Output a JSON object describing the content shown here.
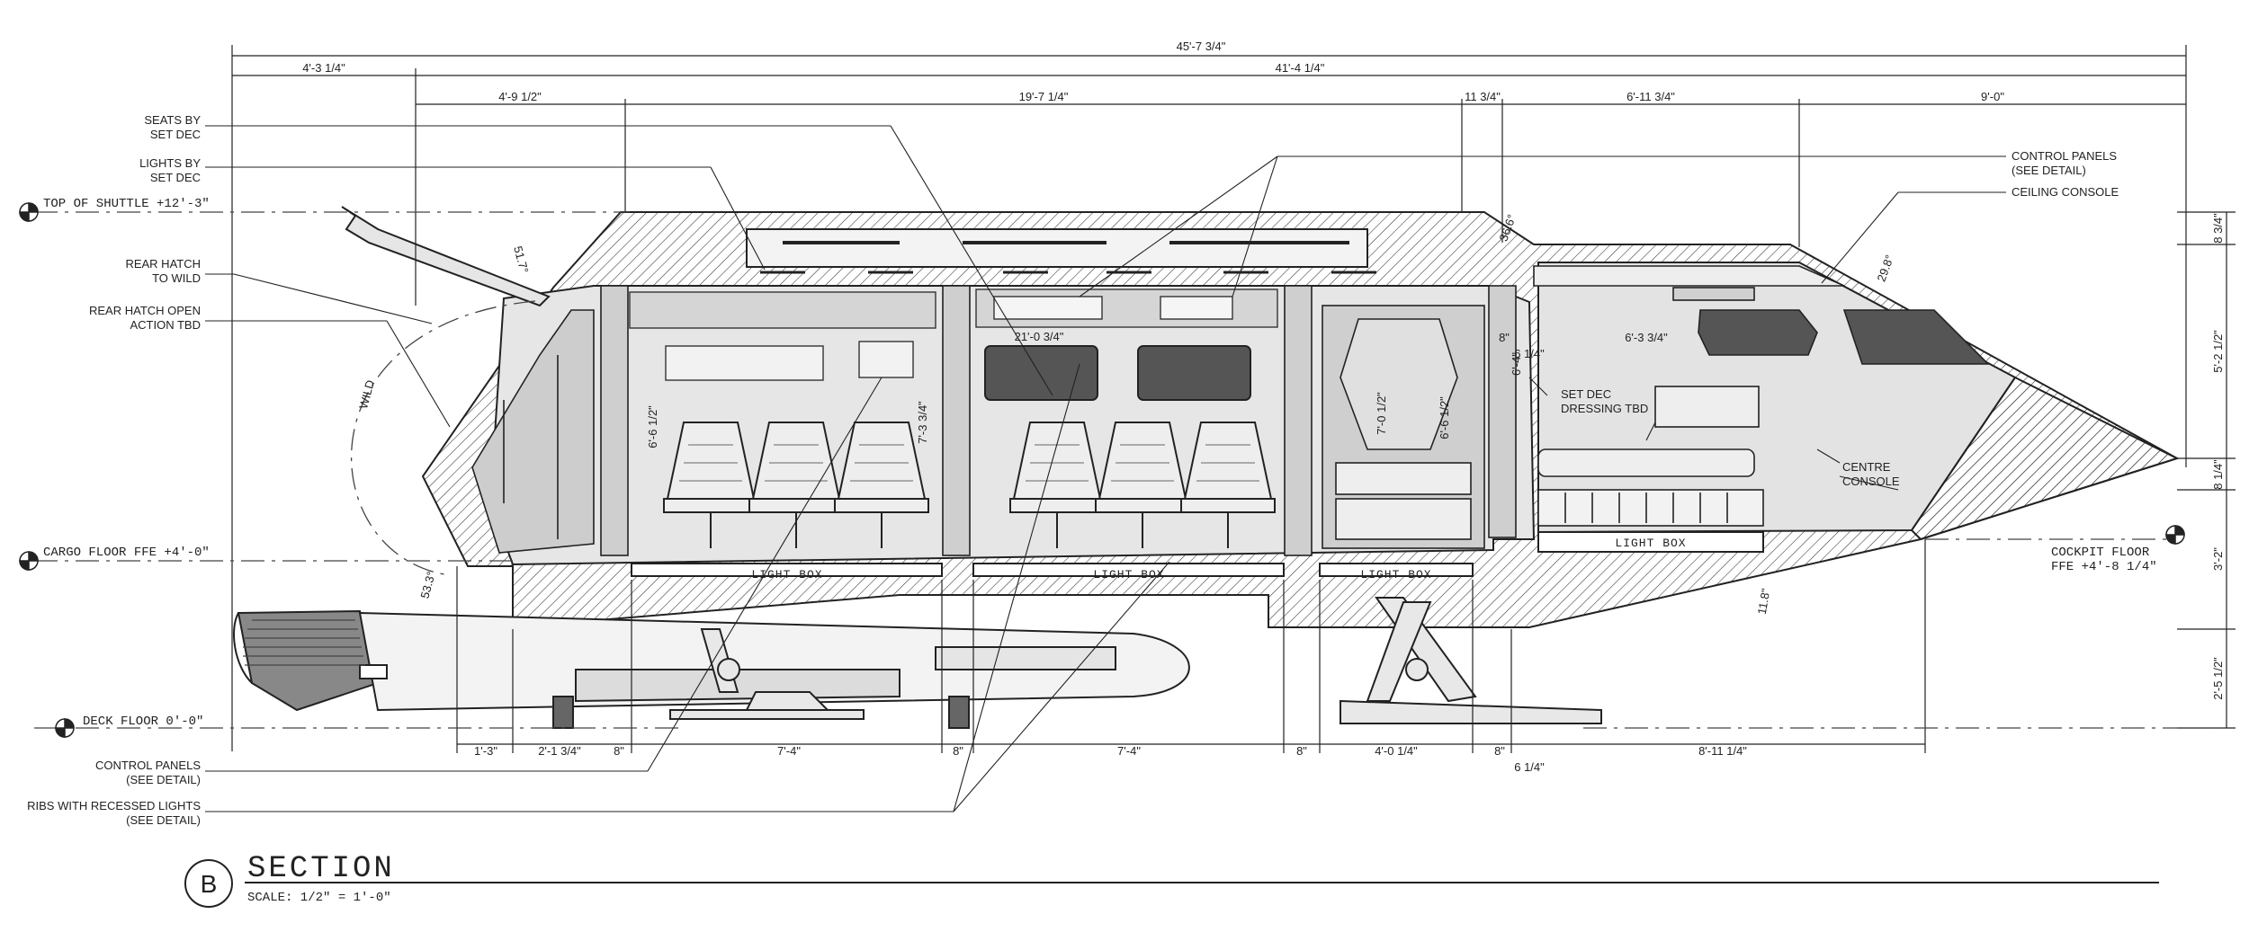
{
  "section": {
    "letter": "B",
    "title": "SECTION",
    "scale": "SCALE: 1/2\" = 1'-0\""
  },
  "dims": {
    "overall": "45'-7 3/4\"",
    "rear_hatch_depth": "4'-3 1/4\"",
    "body_length": "41'-4 1/4\"",
    "top": [
      "4'-9 1/2\"",
      "19'-7 1/4\"",
      "11 3/4\"",
      "6'-11 3/4\"",
      "9'-0\""
    ],
    "bottom": [
      "1'-3\"",
      "2'-1 3/4\"",
      "8\"",
      "7'-4\"",
      "8\"",
      "7'-4\"",
      "8\"",
      "4'-0 1/4\"",
      "8\"",
      "8'-11 1/4\""
    ],
    "bottom_extra": "6 1/4\"",
    "right": [
      "8 3/4\"",
      "5'-2 1/2\"",
      "8 1/4\"",
      "3'-2\"",
      "2'-5 1/2\""
    ],
    "inner": {
      "cabin_width": "21'-0 3/4\"",
      "cabin_height": "7'-3 3/4\"",
      "aft_height": "6'-6 1/2\"",
      "door_height_a": "7'-0 1/2\"",
      "door_height_b": "6'-6 1/2\"",
      "bulkhead": "8\"",
      "bulkhead_b": "6 1/4\"",
      "cockpit_height": "6'-4\"",
      "cockpit_width": "6'-3 3/4\"",
      "gear_dim": "11.8\""
    },
    "angles": {
      "hatch": "51.7°",
      "hatch_lower": "53.3°",
      "nose_top": "36.6°",
      "nose_upper": "29.8°"
    }
  },
  "levels": {
    "top": "TOP OF SHUTTLE +12'-3\"",
    "cargo": "CARGO FLOOR FFE +4'-0\"",
    "deck": "DECK FLOOR 0'-0\"",
    "cockpit_line1": "COCKPIT FLOOR",
    "cockpit_line2": "FFE +4'-8 1/4\""
  },
  "notes": {
    "seats": [
      "SEATS BY",
      "SET DEC"
    ],
    "lights": [
      "LIGHTS BY",
      "SET DEC"
    ],
    "rear_hatch": [
      "REAR HATCH",
      "TO WILD"
    ],
    "rear_hatch_open": [
      "REAR HATCH OPEN",
      "ACTION TBD"
    ],
    "control_panels_top": [
      "CONTROL PANELS",
      "(SEE DETAIL)"
    ],
    "ceiling_console": "CEILING CONSOLE",
    "centre_console": [
      "CENTRE",
      "CONSOLE"
    ],
    "set_dec": [
      "SET DEC",
      "DRESSING TBD"
    ],
    "control_panels_bottom": [
      "CONTROL PANELS",
      "(SEE DETAIL)"
    ],
    "ribs": [
      "RIBS WITH RECESSED LIGHTS",
      "(SEE DETAIL)"
    ],
    "wild": "WILD"
  },
  "light_boxes": [
    "LIGHT BOX",
    "LIGHT BOX",
    "LIGHT BOX",
    "LIGHT BOX"
  ],
  "colors": {
    "ink": "#222222",
    "panel": "#d9d9d9",
    "panel_light": "#ececec",
    "window": "#555555"
  }
}
